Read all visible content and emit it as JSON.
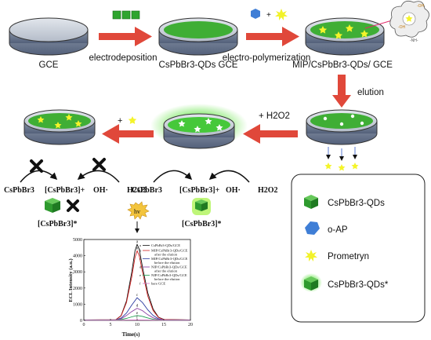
{
  "labels": {
    "gce": "GCE",
    "electrodeposition": "electrodeposition",
    "cspbbr3_gce": "CsPbBr3-QDs GCE",
    "electropolymerization": "electro-polymerization",
    "mip_gce": "MIP/CsPbBr3-QDs/ GCE",
    "elution": "elution",
    "plus": "+",
    "h2o2": "+ H2O2",
    "oh_groups": [
      "-OH",
      "-OH",
      "-NH-"
    ]
  },
  "mechanism": {
    "left": {
      "cspbbr3": "CsPbBr3",
      "cation": "[CsPbBr3]+",
      "oh": "OH·",
      "h2o2": "H2O2",
      "product": "[CsPbBr3]*"
    },
    "right": {
      "cspbbr3": "CsPbBr3",
      "cation": "[CsPbBr3]+",
      "oh": "OH·",
      "h2o2": "H2O2",
      "product": "[CsPbBr3]*"
    },
    "hv": "hv"
  },
  "legend": {
    "items": [
      {
        "name": "CsPbBr3-QDs",
        "icon": "green-cube-icon"
      },
      {
        "name": "o-AP",
        "icon": "blue-hexagon-icon"
      },
      {
        "name": "Prometryn",
        "icon": "yellow-star-icon"
      },
      {
        "name": "CsPbBr3-QDs*",
        "icon": "glowing-cube-icon"
      }
    ]
  },
  "chart_data": {
    "type": "line",
    "xlabel": "Time(s)",
    "ylabel": "ECL Intensity (a.u.)",
    "xlim": [
      0,
      20
    ],
    "ylim": [
      0,
      5000
    ],
    "xticks": [
      0,
      5,
      10,
      15,
      20
    ],
    "yticks": [
      0,
      1000,
      2000,
      3000,
      4000,
      5000
    ],
    "series": [
      {
        "name": "CsPbBr3-QDs/GCE",
        "letter": "a",
        "color": "#111111",
        "x": [
          0,
          6,
          7,
          8,
          9,
          9.6,
          10,
          10.4,
          11,
          12,
          13,
          14,
          15,
          20
        ],
        "y": [
          30,
          40,
          300,
          1200,
          3000,
          4300,
          4700,
          4400,
          3300,
          1700,
          700,
          200,
          60,
          30
        ]
      },
      {
        "name": "MIP/CsPbBr3-QDs/GCE after the elution",
        "letter": "b",
        "color": "#d02020",
        "x": [
          0,
          6,
          7,
          8,
          9,
          9.6,
          10,
          10.4,
          11,
          12,
          13,
          14,
          15,
          20
        ],
        "y": [
          30,
          40,
          280,
          1100,
          2700,
          3900,
          4300,
          4000,
          3000,
          1500,
          600,
          180,
          50,
          30
        ]
      },
      {
        "name": "MIP/CsPbBr3-QDs/GCE before the elution",
        "letter": "c",
        "color": "#2a3aa0",
        "x": [
          0,
          6,
          7,
          8,
          9,
          10,
          11,
          12,
          13,
          14,
          15,
          20
        ],
        "y": [
          20,
          30,
          150,
          450,
          950,
          1400,
          1100,
          650,
          300,
          100,
          30,
          20
        ]
      },
      {
        "name": "NIP/CsPbBr3-QDs/GCE after the elution",
        "letter": "d",
        "color": "#8a3aa0",
        "x": [
          0,
          6,
          7,
          8,
          9,
          10,
          11,
          12,
          13,
          14,
          15,
          20
        ],
        "y": [
          20,
          30,
          100,
          300,
          550,
          750,
          600,
          350,
          160,
          60,
          25,
          20
        ]
      },
      {
        "name": "NIP/CsPbBr3-QDs/GCE before the elution",
        "letter": "e",
        "color": "#1a9a4a",
        "x": [
          0,
          6,
          7,
          8,
          9,
          10,
          11,
          12,
          13,
          14,
          15,
          20
        ],
        "y": [
          15,
          20,
          50,
          120,
          220,
          300,
          250,
          150,
          70,
          30,
          15,
          15
        ]
      },
      {
        "name": "bare GCE",
        "letter": "f",
        "color": "#d070c0",
        "x": [
          0,
          6,
          8,
          10,
          12,
          15,
          20
        ],
        "y": [
          10,
          12,
          20,
          30,
          20,
          12,
          10
        ]
      }
    ]
  }
}
